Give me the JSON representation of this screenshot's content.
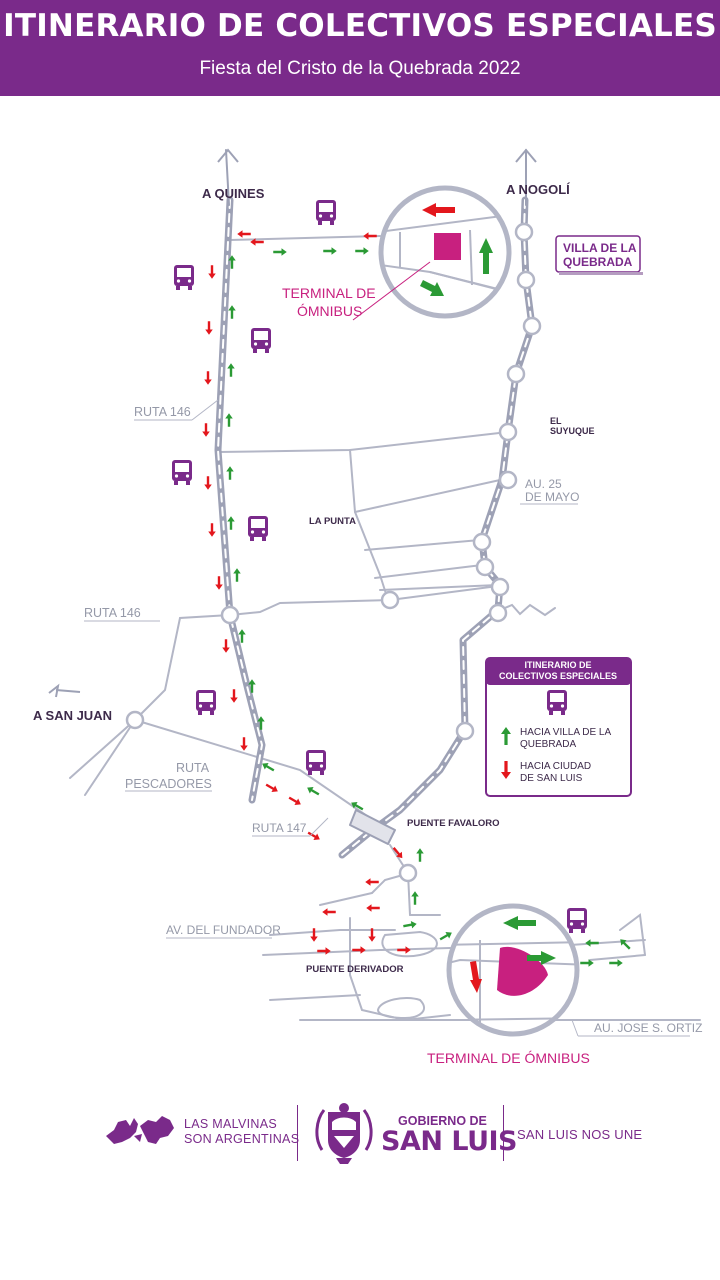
{
  "header": {
    "title": "ITINERARIO DE COLECTIVOS ESPECIALES",
    "subtitle": "Fiesta del Cristo de la Quebrada 2022"
  },
  "map": {
    "places": {
      "a_quines": "A QUINES",
      "a_nogoli": "A NOGOLÍ",
      "a_san_juan": "A SAN JUAN",
      "villa_de_la_quebrada_1": "VILLA DE LA",
      "villa_de_la_quebrada_2": "QUEBRADA",
      "terminal_top_1": "TERMINAL DE",
      "terminal_top_2": "ÓMNIBUS",
      "el_suyuque_1": "EL",
      "el_suyuque_2": "SUYUQUE",
      "la_punta": "LA PUNTA",
      "puente_favaloro": "PUENTE FAVALORO",
      "puente_derivador": "PUENTE DERIVADOR",
      "terminal_bottom": "TERMINAL DE ÓMNIBUS"
    },
    "roads": {
      "ruta146_north": "RUTA 146",
      "ruta146_west": "RUTA 146",
      "ruta_pescadores_1": "RUTA",
      "ruta_pescadores_2": "PESCADORES",
      "ruta147": "RUTA 147",
      "au25_1": "AU. 25",
      "au25_2": "DE MAYO",
      "av_fundador": "AV. DEL FUNDADOR",
      "au_jose_ortiz": "AU. JOSE S. ORTIZ"
    }
  },
  "legend": {
    "title_1": "ITINERARIO DE",
    "title_2": "COLECTIVOS ESPECIALES",
    "green_1": "HACIA VILLA DE LA",
    "green_2": "QUEBRADA",
    "red_1": "HACIA CIUDAD",
    "red_2": "DE SAN LUIS"
  },
  "footer": {
    "malvinas_1": "LAS MALVINAS",
    "malvinas_2": "SON ARGENTINAS",
    "gobierno_small": "GOBIERNO DE",
    "gobierno_big": "SAN LUIS",
    "slogan": "SAN LUIS NOS UNE"
  },
  "colors": {
    "purple": "#7a2a8a",
    "magenta": "#c8207f",
    "road": "#b3b6c6",
    "highway": "#9da1b5",
    "green_arrow": "#2b9a35",
    "red_arrow": "#e3171d"
  }
}
